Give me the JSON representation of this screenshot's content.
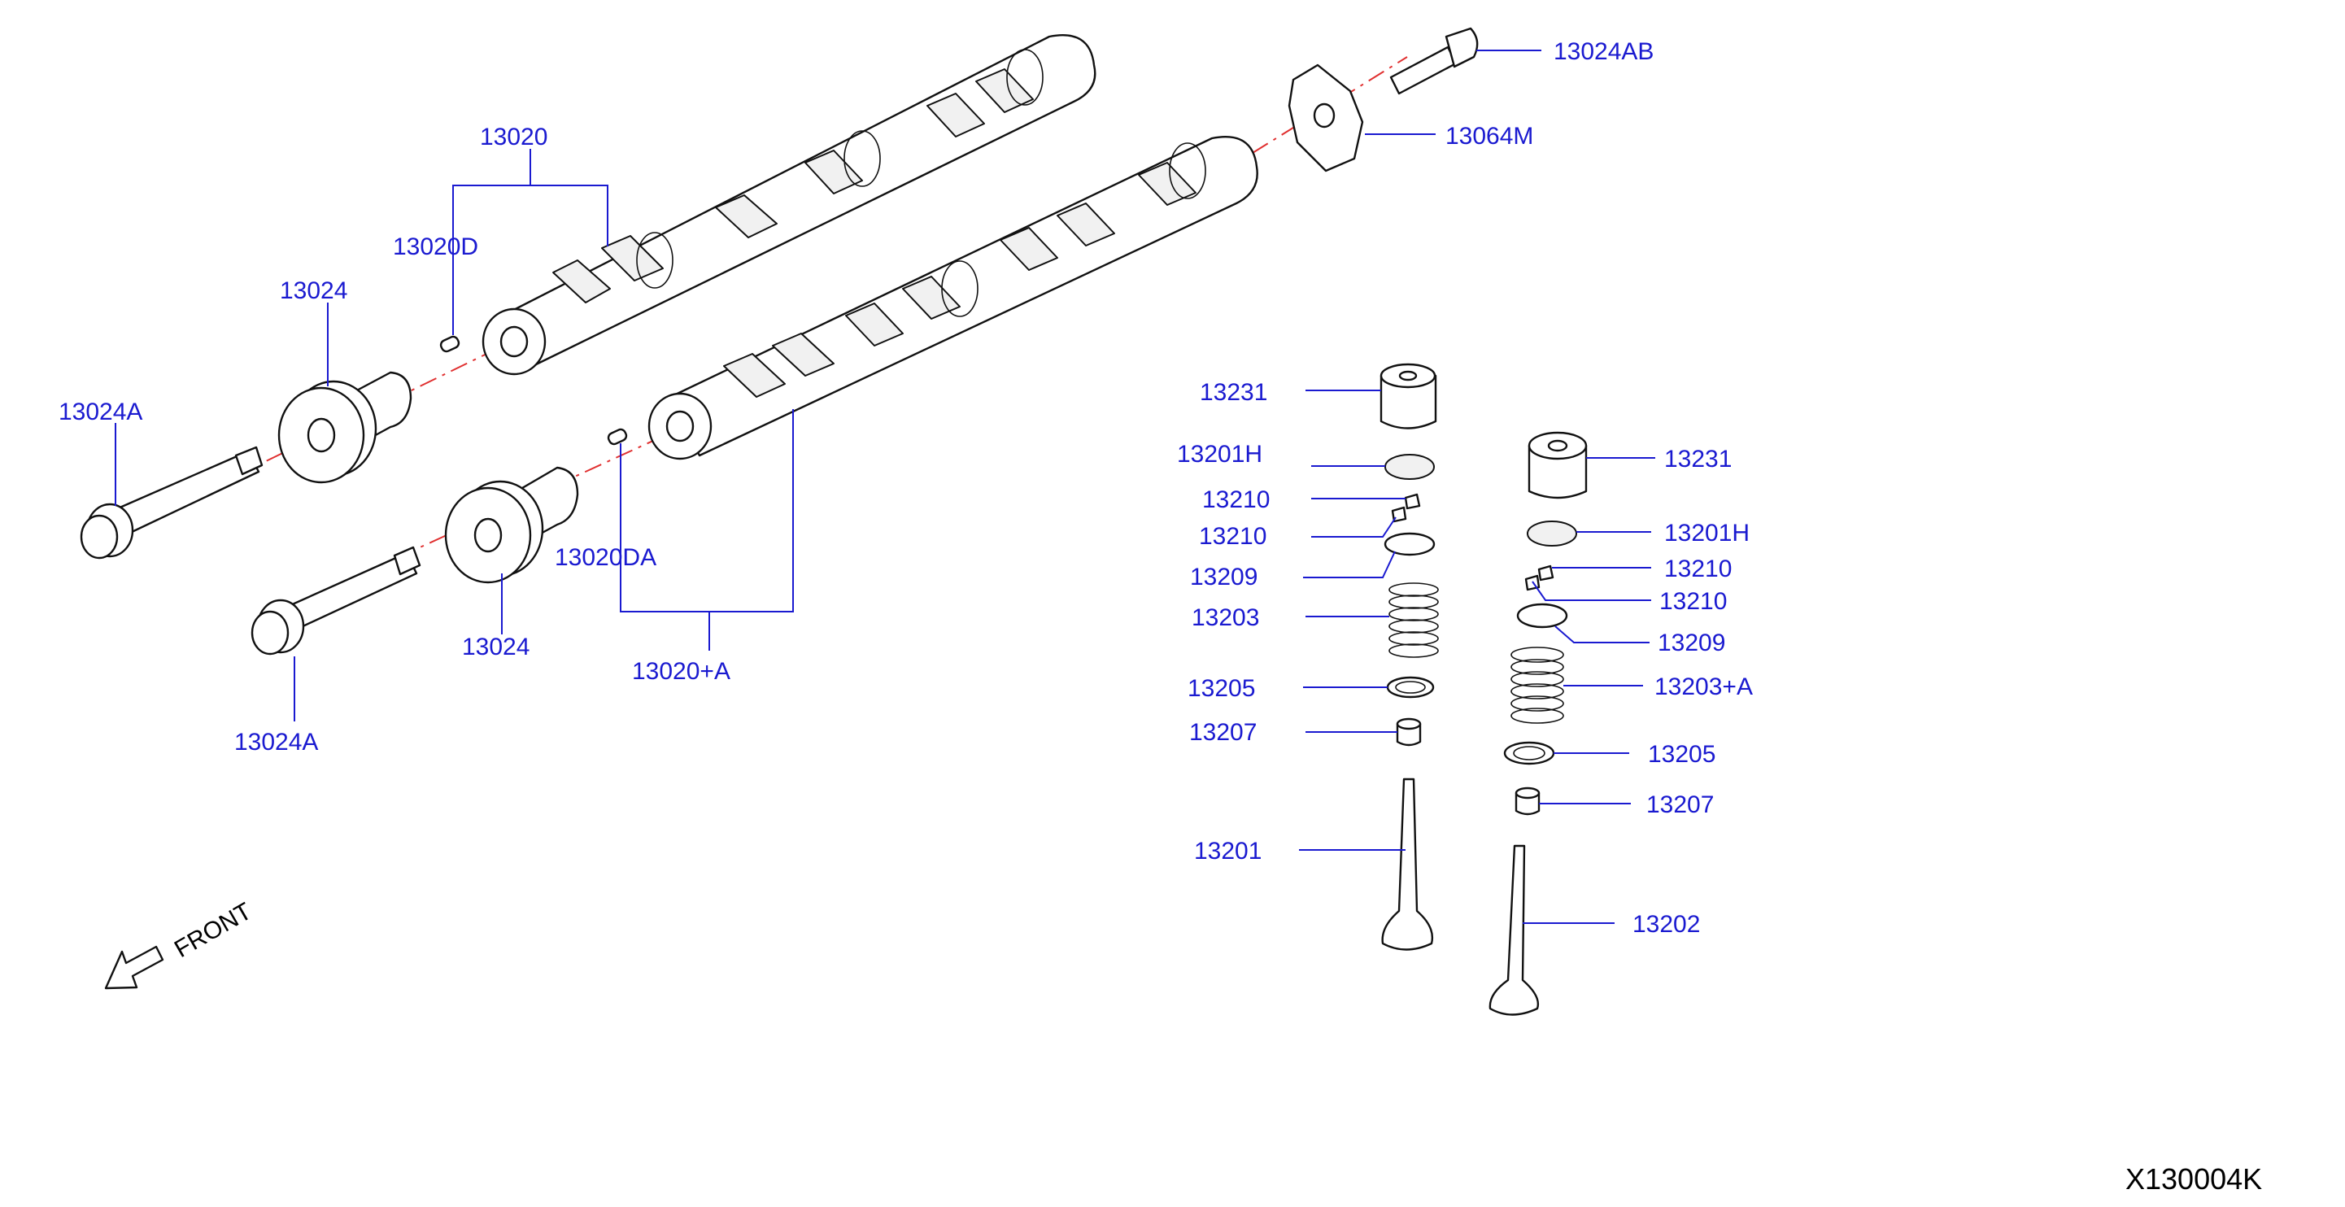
{
  "diagram": {
    "labels": {
      "camshaft_exhaust": "13020",
      "dowel_upper": "13020D",
      "sprocket_upper": "13024",
      "bolt_upper": "13024A",
      "dowel_lower": "13020DA",
      "sprocket_lower": "13024",
      "camshaft_intake": "13020+A",
      "bolt_lower": "13024A",
      "bolt_rear": "13024AB",
      "plate_rear": "13064M",
      "lifter_left": "13231",
      "shim_left": "13201H",
      "collet_left_a": "13210",
      "collet_left_b": "13210",
      "retainer_left": "13209",
      "spring_left": "13203",
      "seat_left": "13205",
      "seal_left": "13207",
      "valve_intake": "13201",
      "lifter_right": "13231",
      "shim_right": "13201H",
      "collet_right_a": "13210",
      "collet_right_b": "13210",
      "retainer_right": "13209",
      "spring_right": "13203+A",
      "seat_right": "13205",
      "seal_right": "13207",
      "valve_exhaust": "13202"
    },
    "front_label": "FRONT",
    "drawing_code": "X130004K"
  }
}
